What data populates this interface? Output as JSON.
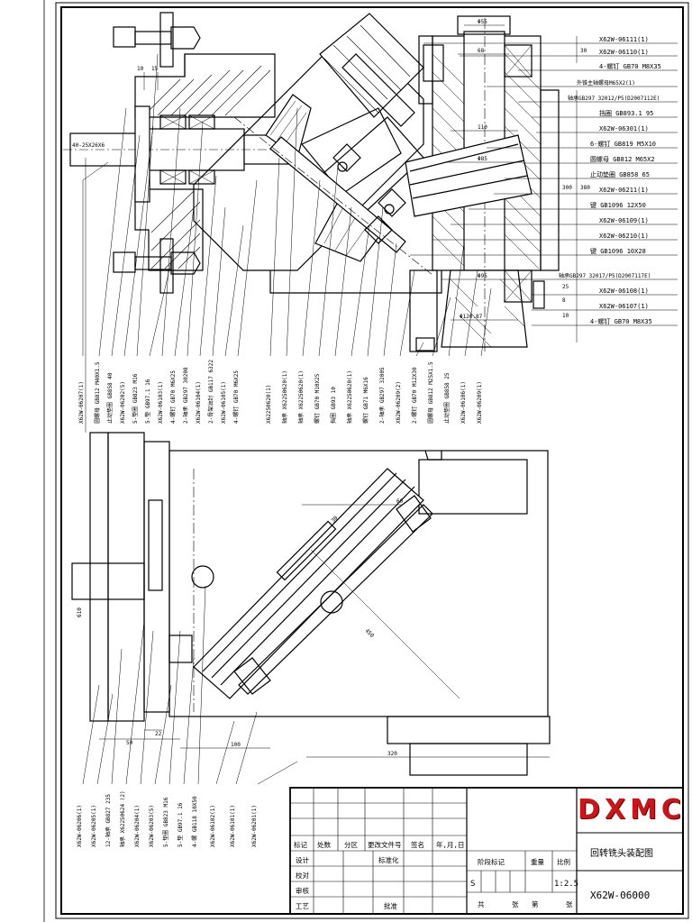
{
  "drawing": {
    "title": "回转铣头装配图",
    "number": "X62W-06000",
    "logo_text": "DXMC",
    "scale_label": "比例",
    "scale_value": "1:2.5",
    "weight_label": "重量",
    "stage_label": "阶段标记",
    "stage_value": "S",
    "sheets_total_label": "共",
    "sheet_unit_label": "张",
    "sheet_no_label": "第",
    "sheet_unit2_label": "张"
  },
  "title_block": {
    "header": [
      "标记",
      "处数",
      "分区",
      "更改文件号",
      "签名",
      "年,月,日"
    ],
    "roles": [
      "设计",
      "校对",
      "审核",
      "工艺"
    ],
    "role_extra": [
      "标准化",
      "批准"
    ]
  },
  "colors": {
    "logo": "#c8161d",
    "line": "#000000"
  },
  "right_callouts": [
    "X62W-06111(1)",
    "X62W-06110(1)",
    "4-螺钉  GB70  M8X35",
    "外锥主轴螺母M65X2(1)",
    "轴承GB297  32012/P5(D2007112E)",
    "挡圈  GB893.1  95",
    "X62W-06301(1)",
    "6-螺钉  GB819  M5X10",
    "圆螺母  GB812  M65X2",
    "止动垫圈  GB858  65",
    "X62W-06211(1)",
    "键  GB1096  12X50",
    "X62W-06109(1)",
    "X62W-06210(1)",
    "键  GB1096  10X28",
    "轴承GB297  32017/P5(D2007117E)",
    "X62W-06108(1)",
    "X62W-06107(1)",
    "4-螺钉  GB70  M8X35"
  ],
  "mid_callouts": [
    "X62W-06207(1)",
    "圆螺母  GB812  M40X1.5",
    "止动垫圈  GB858  40",
    "X62W-06202(5)",
    "5-垫圈  GB823  M16",
    "5-垫  GB97.1  16",
    "X62W-06103(1)",
    "4-螺钉  GB70  M6X25",
    "2-轴承  GB297  30208",
    "X62W-06104(1)",
    "2-骨架油封  GB117  6322",
    "X62W-06105(1)",
    "4-螺钉  GB70  M6X25",
    "X62250620(1)",
    "轴承  X62250620(1)",
    "轴承  X62250620(1)",
    "螺钉  GB70  M10X25",
    "挡圈  GB93  10",
    "轴承  X62250620(1)",
    "螺钉  GB71  M6X16",
    "2-轴承  GB297  32005",
    "X62W-06209(2)",
    "2-螺钉  GB70  M12X30",
    "圆螺母  GB812  M25X1.5",
    "止动垫圈  GB858  25",
    "X62W-06106(1)",
    "X62W-06209(1)"
  ],
  "bottom_callouts": [
    "X62W-06206(1)",
    "X62W-06205(1)",
    "12-轴承  GB827  235",
    "轴承  X62250624  (2)",
    "X62W-06204(1)",
    "X62W-06203(5)",
    "5-垫圈  GB823  M16",
    "5-垫  GB97.1  16",
    "4-螺  GB118  10X50",
    "X62W-06102(1)",
    "X62W-06101(1)",
    "X62W-06201(1)"
  ],
  "dimensions": {
    "top": "Φ55",
    "shaft_in": "40-25X26X6",
    "d68": "68",
    "d110": "110",
    "d85": "Φ85",
    "d95": "Φ95",
    "d120": "Φ120.87",
    "left_10": "10",
    "left_15": "15",
    "right_30": "30",
    "right_380": "380",
    "right_300": "300",
    "right_25": "25",
    "right_8": "8",
    "right_10": "10",
    "view_610": "610",
    "view_30": "30",
    "view_50": "50",
    "view_22": "22",
    "view_100": "100",
    "view_320": "320",
    "view_450": "450",
    "view_60": "60"
  }
}
